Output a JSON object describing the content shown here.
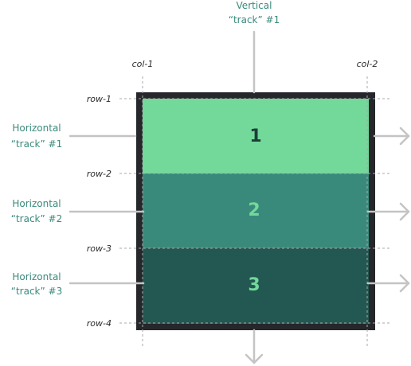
{
  "grid": {
    "column_lines": [
      {
        "label": "col-1"
      },
      {
        "label": "col-2"
      }
    ],
    "row_lines": [
      {
        "label": "row-1"
      },
      {
        "label": "row-2"
      },
      {
        "label": "row-3"
      },
      {
        "label": "row-4"
      }
    ],
    "border_color": "#26272b",
    "line_color": "#c4c4c4"
  },
  "tracks": [
    {
      "number": "1",
      "fill": "#73d99b",
      "number_color": "#1d3d38"
    },
    {
      "number": "2",
      "fill": "#3a8a7c",
      "number_color": "#73d99b"
    },
    {
      "number": "3",
      "fill": "#235751",
      "number_color": "#73d99b"
    }
  ],
  "annotations": {
    "vertical": {
      "line1": "Vertical",
      "line2": "“track” #1"
    },
    "horizontal": [
      {
        "line1": "Horizontal",
        "line2": "“track” #1"
      },
      {
        "line1": "Horizontal",
        "line2": "“track” #2"
      },
      {
        "line1": "Horizontal",
        "line2": "“track” #3"
      }
    ],
    "color": "#3a8a7c"
  }
}
